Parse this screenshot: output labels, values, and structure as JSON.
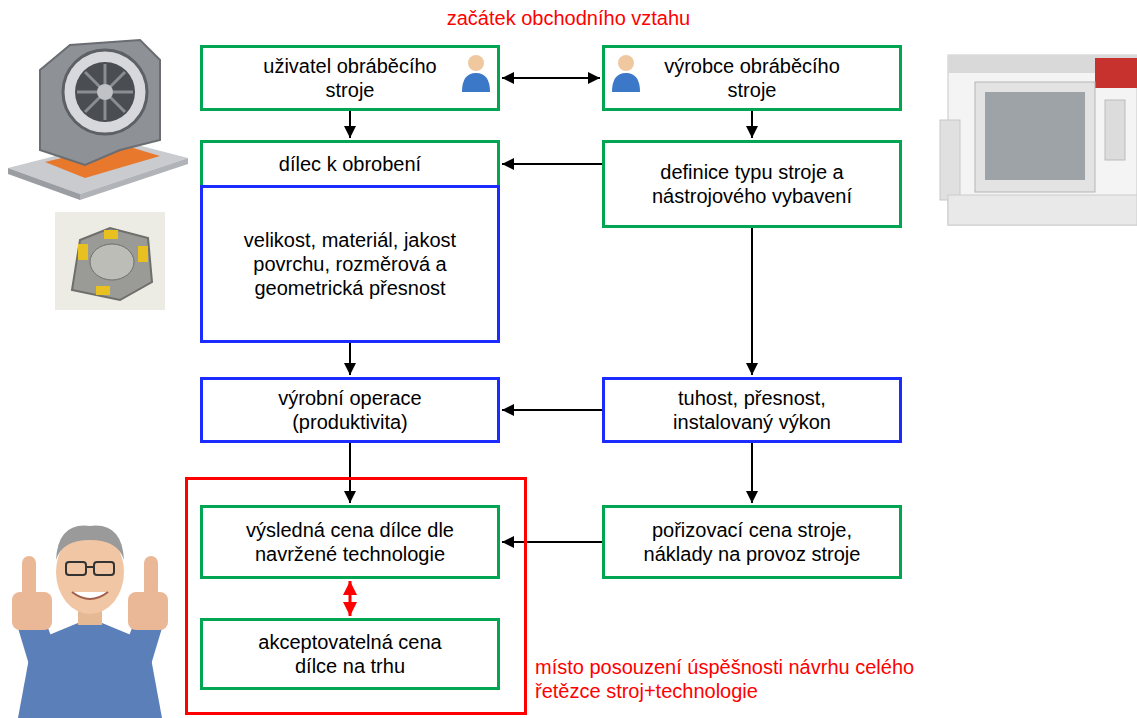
{
  "diagram": {
    "title": "začátek obchodního vztahu",
    "nodes": [
      {
        "text": [
          "uživatel obráběcího stroje"
        ]
      },
      {
        "text": [
          "výrobce obráběcího stroje"
        ]
      },
      {
        "text": [
          "dílec k obrobení"
        ]
      },
      {
        "text": [
          "velikost, materiál, jakost povrchu, rozměrová a geometrická přesnost"
        ]
      },
      {
        "text": [
          "definice typu stroje a nástrojového vybavení"
        ]
      },
      {
        "text": [
          "výrobní operace (produktivita)"
        ]
      },
      {
        "text": [
          "tuhost, přesnost, instalovaný výkon"
        ]
      },
      {
        "text": [
          "místo posouzení úspěšnosti návrhu celého řetězce stroj+technologie"
        ]
      },
      {
        "text": [
          "výsledná cena dílce dle navržené technologie"
        ],
        "in": 7
      },
      {
        "text": [
          "akceptovatelná cena dílce na trhu"
        ],
        "in": 7
      },
      {
        "text": [
          "pořizovací cena stroje, náklady na provoz stroje"
        ]
      }
    ],
    "edges": [
      {
        "from": 0,
        "to": 1,
        "arrow": "both"
      },
      {
        "from": 0,
        "to": 2,
        "arrow": "to"
      },
      {
        "from": 1,
        "to": 4,
        "arrow": "to"
      },
      {
        "from": 4,
        "to": 2,
        "arrow": "to"
      },
      {
        "from": 3,
        "to": 5,
        "arrow": "to"
      },
      {
        "from": 4,
        "to": 6,
        "arrow": "to"
      },
      {
        "from": 6,
        "to": 5,
        "arrow": "to"
      },
      {
        "from": 5,
        "to": 8,
        "arrow": "to"
      },
      {
        "from": 6,
        "to": 10,
        "arrow": "to"
      },
      {
        "from": 10,
        "to": 8,
        "arrow": "to"
      },
      {
        "from": 8,
        "to": 9,
        "arrow": "both"
      }
    ]
  }
}
